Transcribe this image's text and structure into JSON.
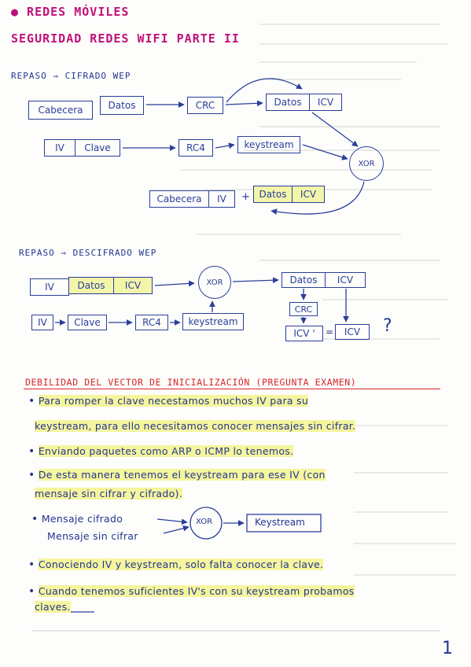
{
  "title_line1": "● REDES MÓVILES",
  "title_line2": "SEGURIDAD REDES WIFI PARTE II",
  "repaso_cifrado": "REPASO ⇒ CIFRADO WEP",
  "cifrado": {
    "cabecera": "Cabecera",
    "datos": "Datos",
    "crc": "CRC",
    "datos2": "Datos",
    "icv": "ICV",
    "iv": "IV",
    "clave": "Clave",
    "rc4": "RC4",
    "keystream": "keystream",
    "xor": "XOR",
    "out_cabecera": "Cabecera",
    "out_iv": "IV",
    "plus": "+",
    "out_datos": "Datos",
    "out_icv": "ICV"
  },
  "repaso_descifrado": "REPASO ⇒ DESCIFRADO WEP",
  "descifrado": {
    "iv": "IV",
    "datos": "Datos",
    "icv": "ICV",
    "xor": "XOR",
    "datos_out": "Datos",
    "icv_out": "ICV",
    "crc": "CRC",
    "icv_prime": "ICV '",
    "equals": "=",
    "icv_cmp": "ICV",
    "question": "?",
    "iv2": "IV",
    "clave": "Clave",
    "rc4": "RC4",
    "keystream": "keystream"
  },
  "debilidad_title": "DEBILIDAD DEL VECTOR DE INICIALIZACIÓN (PREGUNTA EXAMEN)",
  "bullets": {
    "b1_l1": "Para romper la clave necestamos muchos IV para su",
    "b1_l2": "keystream, para ello necesitamos conocer mensajes sin cifrar.",
    "b2": "Enviando paquetes como ARP o ICMP lo tenemos.",
    "b3_l1": "De esta manera tenemos el keystream para ese IV (con",
    "b3_l2": "mensaje sin cifrar y cifrado).",
    "mensaje_cifrado": "Mensaje cifrado",
    "mensaje_sin_cifrar": "Mensaje sin cifrar",
    "xor": "XOR",
    "keystream": "Keystream",
    "b5": "Conociendo IV y keystream, solo falta conocer la clave.",
    "b6_l1": "Cuando tenemos suficientes IV's con su keystream probamos",
    "b6_l2": "claves."
  },
  "page_number": "1"
}
